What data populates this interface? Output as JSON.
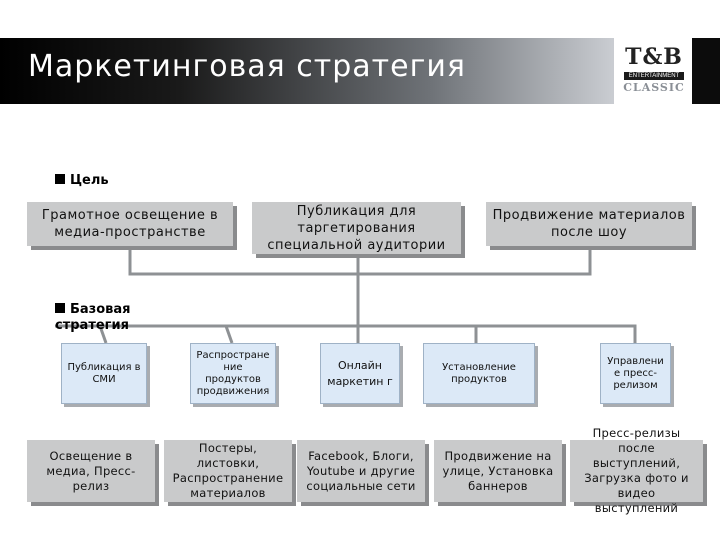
{
  "header": {
    "title": "Маркетинговая стратегия",
    "logo_main": "T&B",
    "logo_band": "ENTERTAINMENT",
    "logo_sub": "CLASSIC"
  },
  "sections": {
    "goal_label": "Цель",
    "strategy_label": "Базовая стратегия"
  },
  "goals": [
    "Грамотное освещение в медиа-пространстве",
    "Публикация для таргетирования специальной аудитории",
    "Продвижение материалов после шоу"
  ],
  "strategies": [
    "Публикация в СМИ",
    "Распростране ние продуктов продвижения",
    "Онлайн маркетин г",
    "Установление продуктов",
    "Управлени е пресс- релизом"
  ],
  "actions": [
    "Освещение в медиа, Пресс-релиз",
    "Постеры, листовки, Распространение материалов",
    "Facebook, Блоги, Youtube и другие социальные сети",
    "Продвижение на улице, Установка баннеров",
    "Пресс-релизы после выступлений, Загрузка фото и видео выступлений"
  ],
  "colors": {
    "goal_box": "#c9cacb",
    "strategy_box": "#dce9f7",
    "connector": "#8e9194"
  }
}
